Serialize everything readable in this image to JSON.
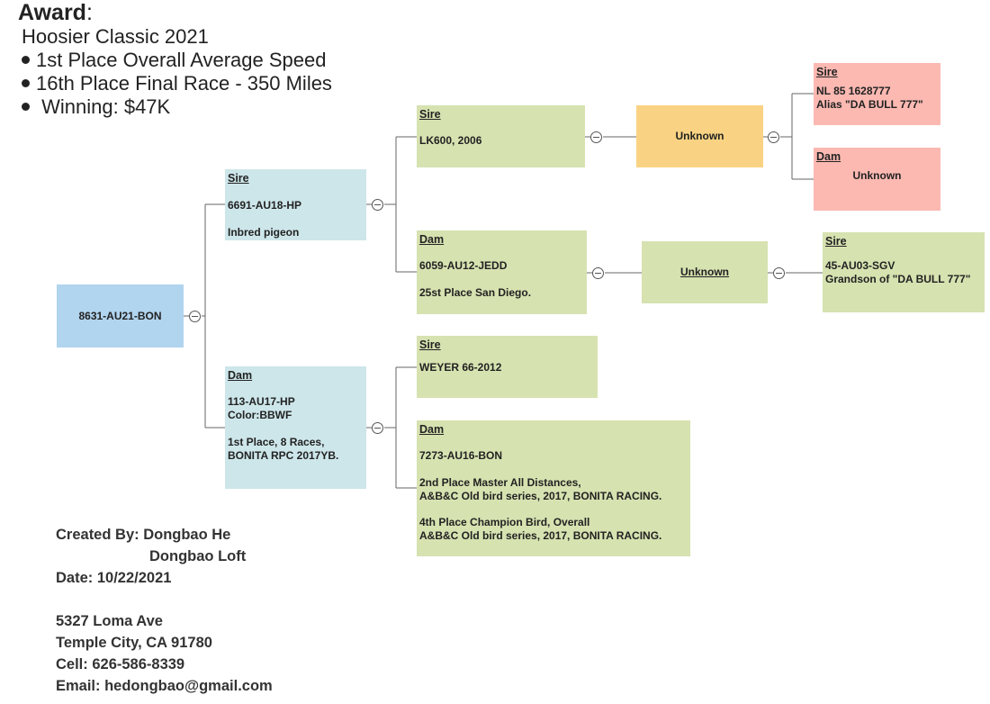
{
  "award": {
    "title": "Award",
    "colon": ":",
    "lines": [
      "Hoosier Classic 2021",
      "1st Place Overall Average Speed",
      "16th Place Final Race - 350 Miles",
      "Winning: $47K"
    ]
  },
  "pedigree": {
    "subject": "8631-AU21-BON",
    "sire": {
      "label": "Sire",
      "id": "6691-AU18-HP",
      "note": "Inbred pigeon",
      "sire": {
        "label": "Sire",
        "id": "LK600, 2006",
        "unknown": "Unknown",
        "sire": {
          "label": "Sire",
          "line1": "NL 85 1628777",
          "line2": "Alias \"DA BULL 777\""
        },
        "dam": {
          "label": "Dam",
          "value": "Unknown"
        }
      },
      "dam": {
        "label": "Dam",
        "id": "6059-AU12-JEDD",
        "note": "25st Place San Diego.",
        "unknown": "Unknown",
        "sire": {
          "label": "Sire",
          "line1": "45-AU03-SGV",
          "line2": "Grandson of  \"DA BULL 777\""
        }
      }
    },
    "dam": {
      "label": "Dam",
      "id": "113-AU17-HP",
      "color": "Color:BBWF",
      "note1": "1st Place, 8 Races,",
      "note2": "BONITA RPC 2017YB.",
      "sire": {
        "label": "Sire",
        "id": "WEYER 66-2012"
      },
      "dam": {
        "label": "Dam",
        "id": "7273-AU16-BON",
        "note1a": "2nd Place Master All Distances,",
        "note1b": "A&B&C Old bird series, 2017, BONITA RACING.",
        "note2a": "4th Place Champion Bird, Overall",
        "note2b": "A&B&C Old bird series, 2017, BONITA RACING."
      }
    }
  },
  "creator": {
    "created_by": "Created By: Dongbao He",
    "loft": "Dongbao Loft",
    "date": "Date: 10/22/2021",
    "address1": "5327 Loma Ave",
    "address2": "Temple City, CA 91780",
    "cell": "Cell: 626-586-8339",
    "email": "Email: hedongbao@gmail.com"
  },
  "colors": {
    "subject": "#b1d4ef",
    "parents": "#cde6ea",
    "ancestors": "#d6e2b0",
    "unknown": "#f9d383",
    "top": "#fbb9b2"
  }
}
